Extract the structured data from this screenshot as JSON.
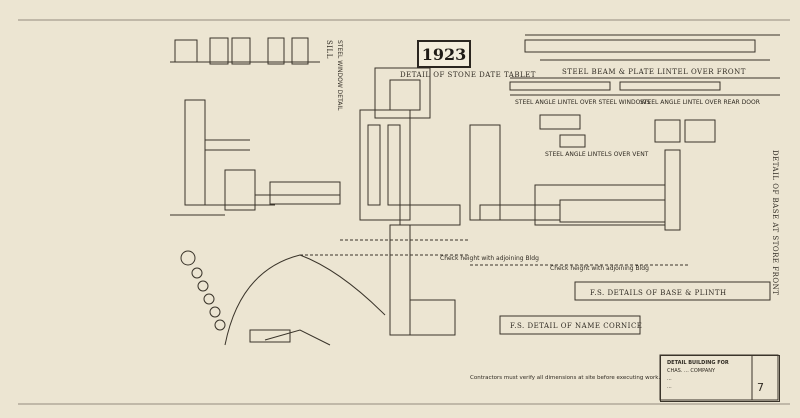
{
  "drawing": {
    "date_tablet_year": "1923",
    "labels": {
      "stone_date_tablet": "DETAIL OF STONE DATE TABLET",
      "steel_beam_plate_lintel": "STEEL BEAM & PLATE LINTEL OVER FRONT",
      "steel_angle_lintel_window": "STEEL ANGLE LINTEL OVER STEEL WINDOWS",
      "steel_angle_lintel_rear_door": "STEEL ANGLE LINTEL OVER REAR DOOR",
      "steel_angle_lintels_vent": "STEEL ANGLE LINTELS OVER VENT",
      "sill": "SILL",
      "steel_window_detail": "STEEL WINDOW DETAIL",
      "base_detail": "DETAIL OF BASE AT STORE FRONT",
      "fs_details_base_plinth": "F.S. DETAILS OF BASE & PLINTH",
      "fs_detail_name_cornice": "F.S. DETAIL OF NAME CORNICE",
      "check_height_adjoining_1": "Check height with adjoining Bldg",
      "check_height_adjoining_2": "Check height with adjoining Bldg"
    },
    "note": "Contractors must verify all dimensions at site before executing work."
  },
  "title_block": {
    "line1": "DETAIL BUILDING FOR",
    "line2": "CHAS. ... COMPANY",
    "line3": "...",
    "line4": "...",
    "sheet_number": "7"
  }
}
